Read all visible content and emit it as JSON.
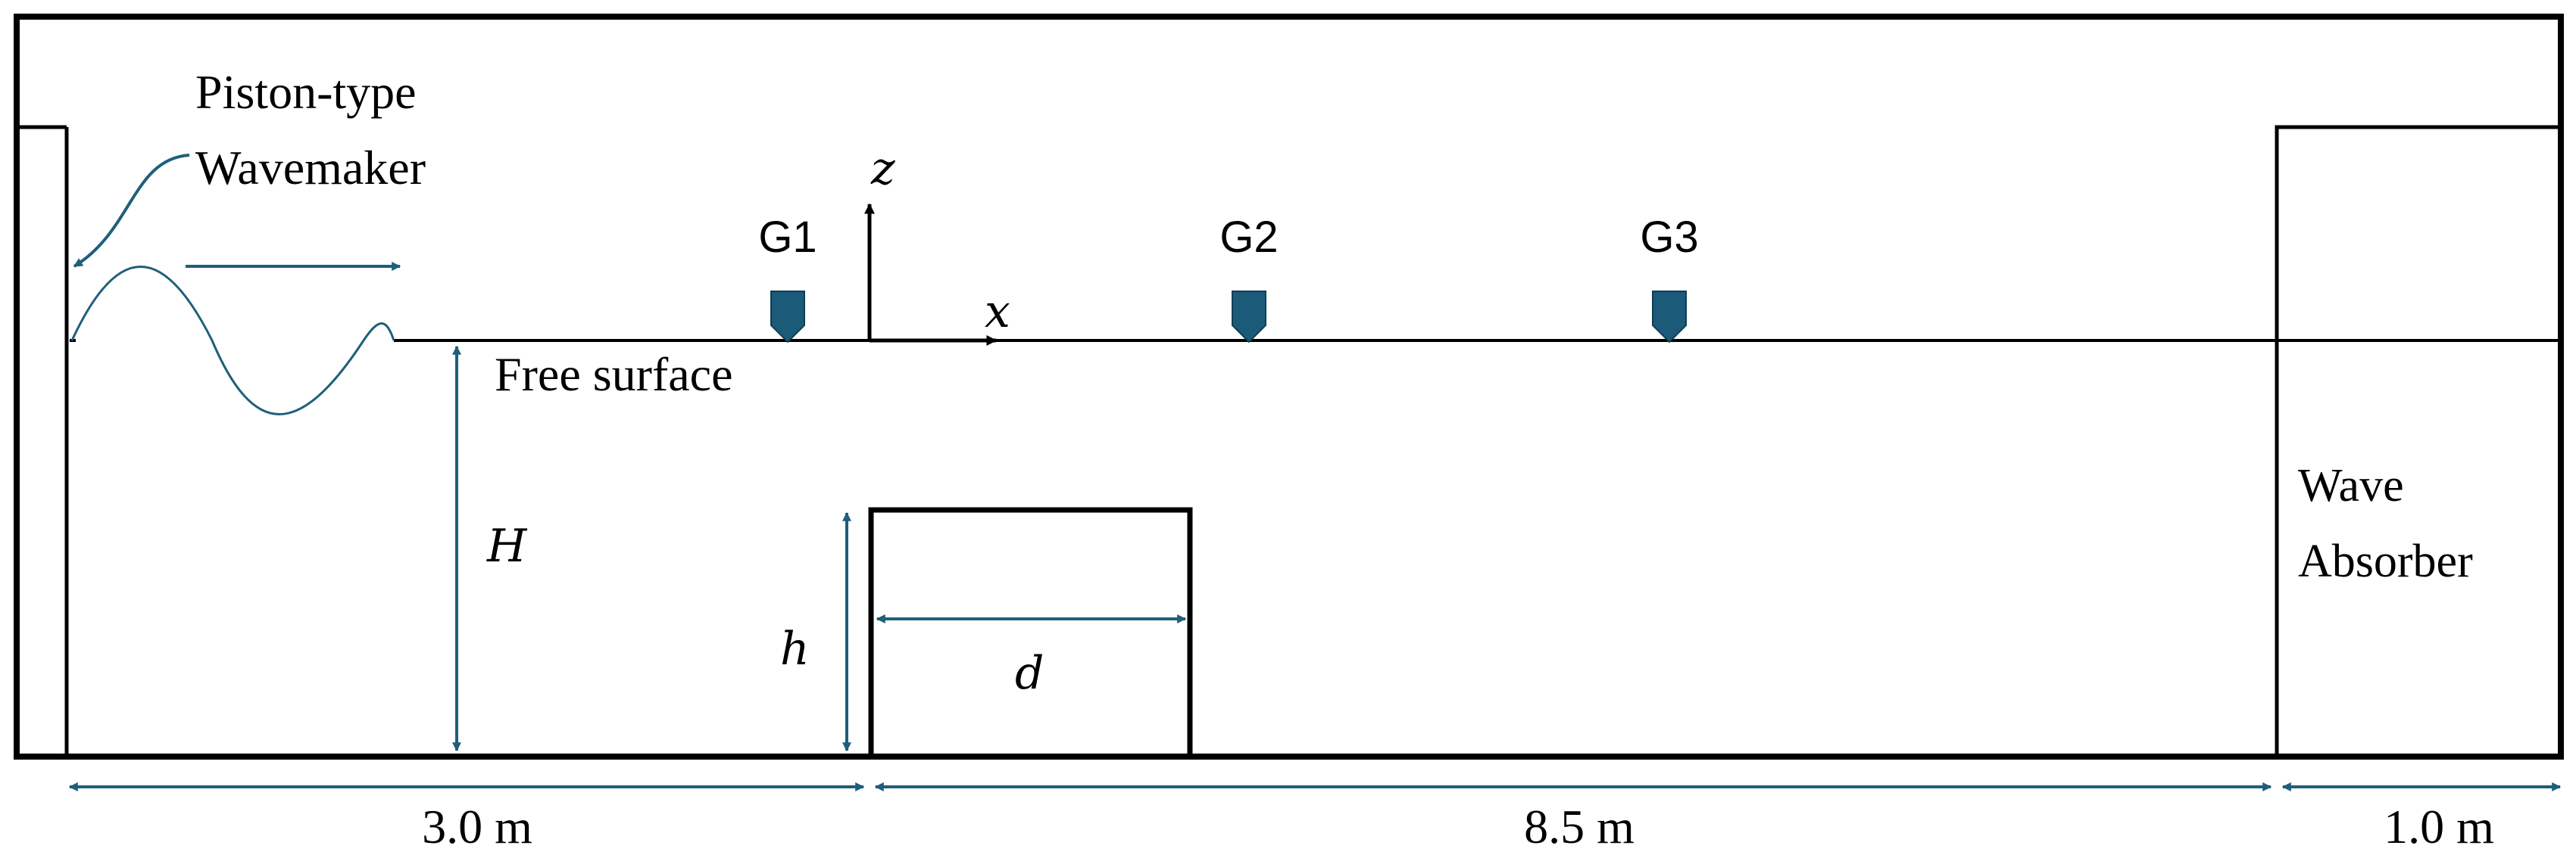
{
  "labels": {
    "wavemaker_line1": "Piston-type",
    "wavemaker_line2": "Wavemaker",
    "free_surface": "Free surface",
    "absorber_line1": "Wave",
    "absorber_line2": "Absorber"
  },
  "gauges": [
    "G1",
    "G2",
    "G3"
  ],
  "axes": {
    "z": "z",
    "x": "x"
  },
  "symbols": {
    "H": "H",
    "h": "h",
    "d": "d"
  },
  "dimensions": {
    "left": "3.0 m",
    "middle": "8.5 m",
    "right": "1.0 m"
  },
  "colors": {
    "accent": "#1f5f7a",
    "gauge": "#1b5a78",
    "outline": "#000000"
  }
}
